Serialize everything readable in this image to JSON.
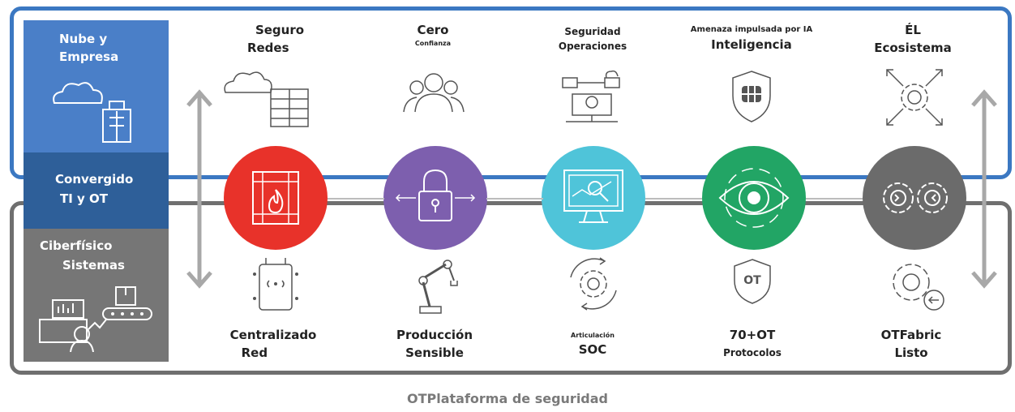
{
  "side": {
    "cloud": {
      "line1": "Nube y",
      "line2": "Empresa"
    },
    "converged": {
      "line1": "Convergido",
      "line2": "TI y OT"
    },
    "cps": {
      "line1": "Ciberfísico",
      "line2": "Sistemas"
    }
  },
  "top_labels": {
    "secure_networks": {
      "line1": "Seguro",
      "line2": "Redes"
    },
    "zero_trust": {
      "line1": "Cero",
      "line2": "Confianza"
    },
    "secops": {
      "line1": "Seguridad",
      "line2": "Operaciones"
    },
    "ai_threat": {
      "line1": "Amenaza impulsada por IA",
      "line2": "Inteligencia"
    },
    "it_ecosystem": {
      "line1": "ÉL",
      "line2": "Ecosistema"
    }
  },
  "bottom_labels": {
    "centralized": {
      "line1": "Centralizado",
      "line2": "Red"
    },
    "production": {
      "line1": "Producción",
      "line2": "Sensible"
    },
    "soc": {
      "line1": "Articulación",
      "line2": "SOC"
    },
    "protocols": {
      "line1": "70+OT",
      "line2": "Protocolos"
    },
    "otfabric": {
      "line1": "OTFabric",
      "line2": "Listo"
    }
  },
  "ot_badge": "OT",
  "footer": "OTPlataforma de seguridad",
  "colors": {
    "frame_top": "#3b78c2",
    "frame_bottom": "#6f6f6f",
    "side_cloud": "#4a7fc8",
    "side_converged": "#2e5f99",
    "side_cps": "#767676",
    "circle_red": "#e8322a",
    "circle_purple": "#7d5fae",
    "circle_cyan": "#4fc4d9",
    "circle_green": "#22a565",
    "circle_gray": "#6b6b6b"
  }
}
